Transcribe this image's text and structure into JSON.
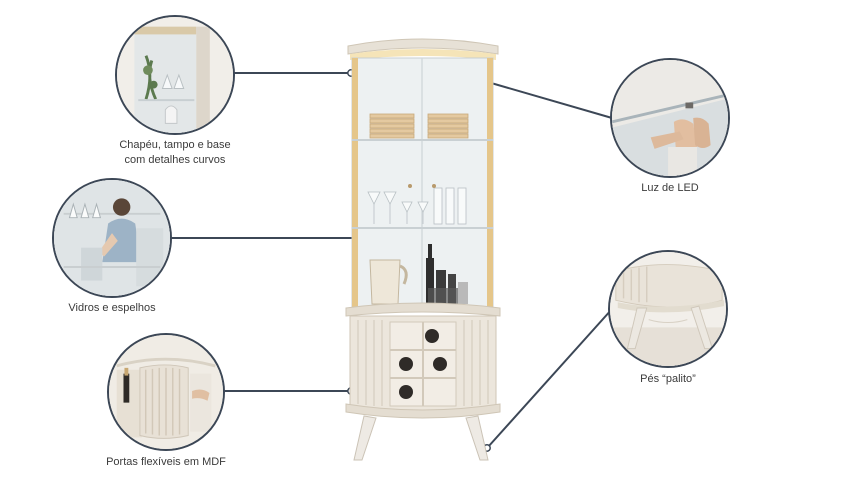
{
  "callouts": [
    {
      "id": "top",
      "label_lines": [
        "Chapéu, tampo e base",
        "com detalhes curvos"
      ]
    },
    {
      "id": "glass",
      "label_lines": [
        "Vidros e espelhos"
      ]
    },
    {
      "id": "doors",
      "label_lines": [
        "Portas flexíveis em MDF"
      ]
    },
    {
      "id": "led",
      "label_lines": [
        "Luz de LED"
      ]
    },
    {
      "id": "feet",
      "label_lines": [
        "Pés “palito”"
      ]
    }
  ],
  "colors": {
    "line": "#3c4756",
    "cabinet_off_white": "#ece6dc",
    "glass_tint": "#e9eef0",
    "gold": "#c8a771"
  }
}
